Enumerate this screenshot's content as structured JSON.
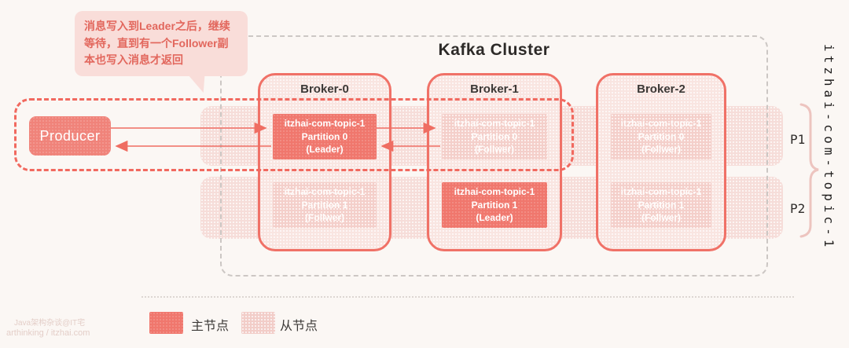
{
  "callout": {
    "lines": [
      "消息写入到Leader之后，继续",
      "等待，直到有一个Follower副",
      "本也写入消息才返回"
    ]
  },
  "cluster": {
    "title": "Kafka Cluster"
  },
  "producer": {
    "label": "Producer"
  },
  "brokers": [
    {
      "name": "Broker-0",
      "partitions": [
        {
          "topic": "itzhai-com-topic-1",
          "partition": "Partition 0",
          "role": "(Leader)",
          "kind": "leader"
        },
        {
          "topic": "itzhai-com-topic-1",
          "partition": "Partition 1",
          "role": "(Follwer)",
          "kind": "follower"
        }
      ]
    },
    {
      "name": "Broker-1",
      "partitions": [
        {
          "topic": "itzhai-com-topic-1",
          "partition": "Partition 0",
          "role": "(Follwer)",
          "kind": "follower"
        },
        {
          "topic": "itzhai-com-topic-1",
          "partition": "Partition 1",
          "role": "(Leader)",
          "kind": "leader"
        }
      ]
    },
    {
      "name": "Broker-2",
      "partitions": [
        {
          "topic": "itzhai-com-topic-1",
          "partition": "Partition 0",
          "role": "(Follwer)",
          "kind": "follower"
        },
        {
          "topic": "itzhai-com-topic-1",
          "partition": "Partition 1",
          "role": "(Follwer)",
          "kind": "follower"
        }
      ]
    }
  ],
  "rows": [
    {
      "label": "P1"
    },
    {
      "label": "P2"
    }
  ],
  "topic_label_vertical": "itzhai-com-topic-1",
  "legend": {
    "leader_label": "主节点",
    "follower_label": "从节点"
  },
  "watermark": {
    "line1": "Java架构杂谈@IT宅",
    "line2": "arthinking / itzhai.com"
  },
  "colors": {
    "leader_fill": "#f0776d",
    "follower_fill": "#f4cfca",
    "broker_border": "#f07167",
    "flow_dashed_border": "#f1695f",
    "cluster_dashed_border": "#ccc7c4",
    "band_fill": "#f6ddd9",
    "title_text": "#2d2a28",
    "callout_text": "#e2675d"
  }
}
